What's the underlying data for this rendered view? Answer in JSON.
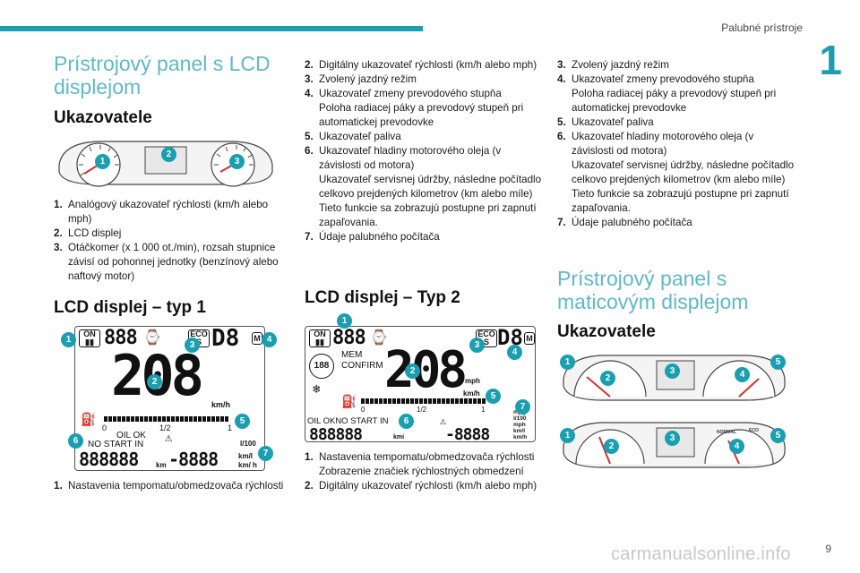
{
  "header": {
    "running_title": "Palubné prístroje",
    "chapter_number": "1"
  },
  "col1": {
    "title": "Prístrojový panel s LCD displejom",
    "section1": "Ukazovatele",
    "fig1_badges": [
      "1",
      "2",
      "3"
    ],
    "list1": [
      {
        "num": "1.",
        "lines": [
          "Analógový ukazovateľ rýchlosti (km/h alebo mph)"
        ]
      },
      {
        "num": "2.",
        "lines": [
          "LCD displej"
        ]
      },
      {
        "num": "3.",
        "lines": [
          "Otáčkomer (x 1 000 ot./min), rozsah stupnice závisí od pohonnej jednotky (benzínový alebo naftový motor)"
        ]
      }
    ],
    "section2": "LCD displej – typ 1",
    "lcd1": {
      "badges": [
        "1",
        "2",
        "3",
        "4",
        "5",
        "6",
        "7"
      ],
      "on_label": "ON",
      "eco_label": "ECO",
      "s_label": "S",
      "m_label": "M",
      "top_digits": "888",
      "gear": "D8",
      "speed": "208",
      "speed_unit": "km/h",
      "fuel_scale": [
        "0",
        "1/2",
        "1"
      ],
      "oil_ok": "OIL OK",
      "no_start_in": "NO START IN",
      "odo": "888888",
      "odo_unit": "km",
      "trip": "-8888",
      "trip_unit": "km/ h",
      "consumption_unit": "l/100",
      "km_l": "km/l"
    },
    "list2": [
      {
        "num": "1.",
        "lines": [
          "Nastavenia tempomatu/obmedzovača rýchlosti"
        ]
      }
    ]
  },
  "col2": {
    "list1": [
      {
        "num": "2.",
        "lines": [
          "Digitálny ukazovateľ rýchlosti (km/h alebo mph)"
        ]
      },
      {
        "num": "3.",
        "lines": [
          "Zvolený jazdný režim"
        ]
      },
      {
        "num": "4.",
        "lines": [
          "Ukazovateľ zmeny prevodového stupňa",
          "Poloha radiacej páky a prevodový stupeň pri automatickej prevodovke"
        ]
      },
      {
        "num": "5.",
        "lines": [
          "Ukazovateľ paliva"
        ]
      },
      {
        "num": "6.",
        "lines": [
          "Ukazovateľ hladiny motorového oleja (v závislosti od motora)",
          "Ukazovateľ servisnej údržby, následne počítadlo celkovo prejdených kilometrov (km alebo míle)",
          "Tieto funkcie sa zobrazujú postupne pri zapnutí zapaľovania."
        ]
      },
      {
        "num": "7.",
        "lines": [
          "Údaje palubného počítača"
        ]
      }
    ],
    "section": "LCD displej – Typ 2",
    "lcd2": {
      "badges": [
        "1",
        "2",
        "3",
        "4",
        "5",
        "6",
        "7"
      ],
      "on_label": "ON",
      "eco_label": "ECO",
      "s_label": "S",
      "m_label": "M",
      "top_digits": "888",
      "gear": "D8",
      "mem": "MEM",
      "confirm": "CONFIRM",
      "circle_digits": "188",
      "speed": "208",
      "mph": "mph",
      "kmh": "km/h",
      "fuel_scale": [
        "0",
        "1/2",
        "1"
      ],
      "oil_ok_no_start": "OIL OKNO START IN",
      "odo": "888888",
      "odo_unit": "kmi",
      "trip": "-8888",
      "units_right": [
        "mpg",
        "l/100",
        "mph",
        "km/l",
        "km/h"
      ]
    },
    "list2": [
      {
        "num": "1.",
        "lines": [
          "Nastavenia tempomatu/obmedzovača rýchlosti",
          "Zobrazenie značiek rýchlostných obmedzení"
        ]
      },
      {
        "num": "2.",
        "lines": [
          "Digitálny ukazovateľ rýchlosti (km/h alebo mph)"
        ]
      }
    ]
  },
  "col3": {
    "list1": [
      {
        "num": "3.",
        "lines": [
          "Zvolený jazdný režim"
        ]
      },
      {
        "num": "4.",
        "lines": [
          "Ukazovateľ zmeny prevodového stupňa",
          "Poloha radiacej páky a prevodový stupeň pri automatickej prevodovke"
        ]
      },
      {
        "num": "5.",
        "lines": [
          "Ukazovateľ paliva"
        ]
      },
      {
        "num": "6.",
        "lines": [
          "Ukazovateľ hladiny motorového oleja (v závislosti od motora)",
          "Ukazovateľ servisnej údržby, následne počítadlo celkovo prejdených kilometrov (km alebo míle)",
          "Tieto funkcie sa zobrazujú postupne pri zapnutí zapaľovania."
        ]
      },
      {
        "num": "7.",
        "lines": [
          "Údaje palubného počítača"
        ]
      }
    ],
    "title": "Prístrojový panel s maticovým displejom",
    "section": "Ukazovatele",
    "fig_a_badges": [
      "1",
      "2",
      "3",
      "4",
      "5"
    ],
    "fig_b_badges": [
      "1",
      "2",
      "3",
      "4",
      "5"
    ],
    "fig_b_labels": [
      "NORMAL",
      "ECO"
    ]
  },
  "footer": {
    "page_number": "9",
    "watermark": "carmanualsonline.info"
  }
}
